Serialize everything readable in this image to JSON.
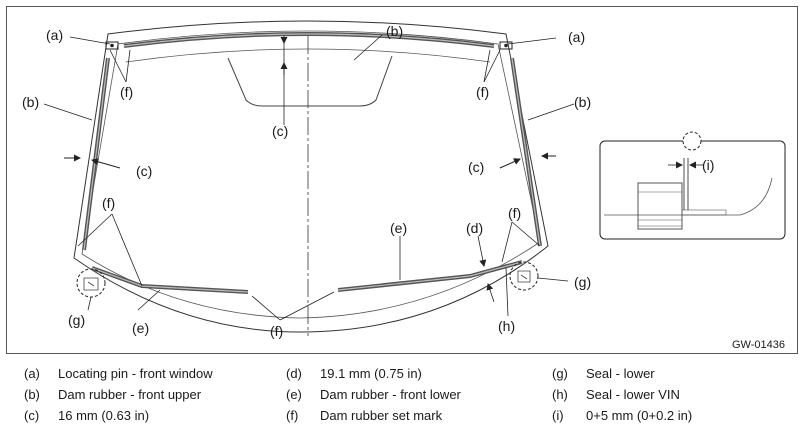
{
  "figure_id": "GW-01436",
  "callouts": {
    "a": "(a)",
    "b": "(b)",
    "c": "(c)",
    "d": "(d)",
    "e": "(e)",
    "f": "(f)",
    "g": "(g)",
    "h": "(h)",
    "i": "(i)"
  },
  "legend": [
    {
      "key": "(a)",
      "text": "Locating pin - front window"
    },
    {
      "key": "(b)",
      "text": "Dam rubber - front upper"
    },
    {
      "key": "(c)",
      "text": "16 mm (0.63 in)"
    },
    {
      "key": "(d)",
      "text": "19.1 mm (0.75 in)"
    },
    {
      "key": "(e)",
      "text": "Dam rubber - front lower"
    },
    {
      "key": "(f)",
      "text": "Dam rubber set mark"
    },
    {
      "key": "(g)",
      "text": "Seal - lower"
    },
    {
      "key": "(h)",
      "text": "Seal - lower VIN"
    },
    {
      "key": "(i)",
      "text": "0+5 mm (0+0.2 in)"
    }
  ]
}
